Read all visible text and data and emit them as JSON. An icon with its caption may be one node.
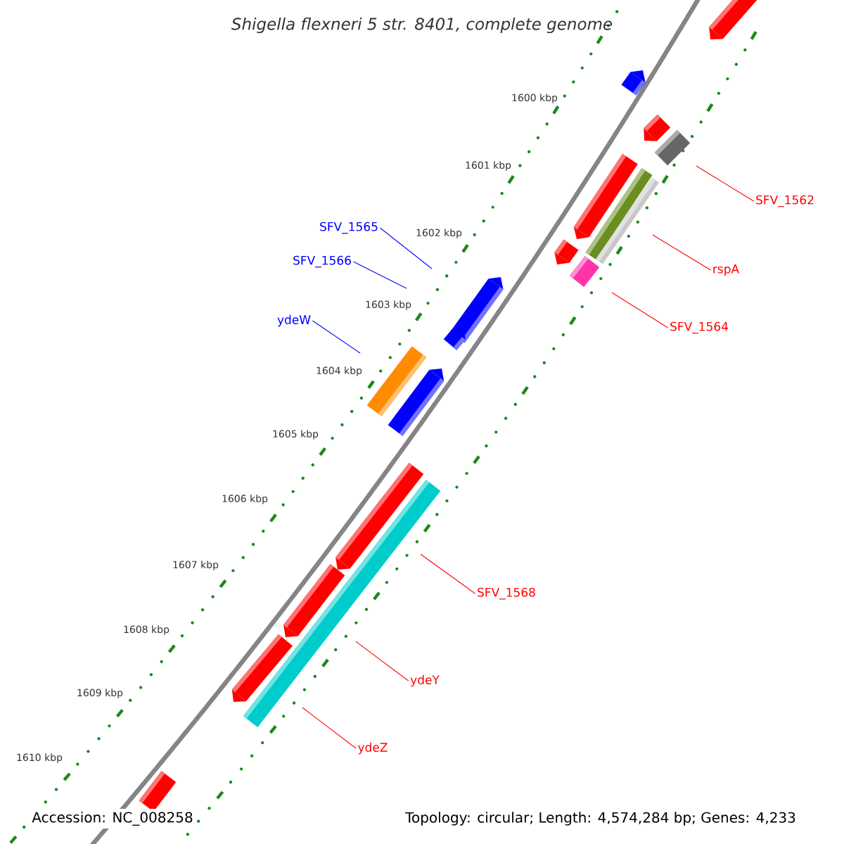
{
  "diagram": {
    "title": "Shigella flexneri 5 str. 8401, complete genome",
    "nodes": [
      {
        "text": [
          "SFV_1562"
        ]
      },
      {
        "text": [
          "rspA"
        ]
      },
      {
        "text": [
          "SFV_1564"
        ]
      },
      {
        "text": [
          "SFV_1565"
        ]
      },
      {
        "text": [
          "SFV_1566"
        ]
      },
      {
        "text": [
          "ydeW"
        ]
      },
      {
        "text": [
          "SFV_1568"
        ]
      },
      {
        "text": [
          "ydeY"
        ]
      },
      {
        "text": [
          "ydeZ"
        ]
      },
      {
        "text": [],
        "shape": "arrow"
      },
      {
        "text": [],
        "shape": "arrow"
      },
      {
        "text": [],
        "shape": "arrow"
      },
      {
        "text": [],
        "shape": "bar"
      },
      {
        "text": [],
        "shape": "arrow"
      },
      {
        "text": [],
        "shape": "bar"
      },
      {
        "text": [],
        "shape": "bar"
      },
      {
        "text": [],
        "shape": "arrow"
      },
      {
        "text": [],
        "shape": "bar"
      },
      {
        "text": [],
        "shape": "arrow"
      },
      {
        "text": [],
        "shape": "arrow"
      },
      {
        "text": [],
        "shape": "bar"
      },
      {
        "text": [],
        "shape": "arrow"
      },
      {
        "text": [],
        "shape": "arrow"
      },
      {
        "text": [],
        "shape": "arrow"
      },
      {
        "text": [],
        "shape": "arrow"
      },
      {
        "text": [],
        "shape": "bar"
      },
      {
        "text": [],
        "shape": "bar"
      }
    ],
    "edges": [
      {
        "from": 0,
        "to": null,
        "arrow": "none"
      },
      {
        "from": 1,
        "to": null,
        "arrow": "none"
      },
      {
        "from": 2,
        "to": null,
        "arrow": "none"
      },
      {
        "from": 3,
        "to": null,
        "arrow": "none",
        "color": "#0000ff"
      },
      {
        "from": 4,
        "to": null,
        "arrow": "none",
        "color": "#0000ff"
      },
      {
        "from": 5,
        "to": null,
        "arrow": "none",
        "color": "#0000ff"
      },
      {
        "from": 6,
        "to": null,
        "arrow": "none"
      },
      {
        "from": 7,
        "to": null,
        "arrow": "none"
      },
      {
        "from": 8,
        "to": null,
        "arrow": "none"
      }
    ],
    "labels": [
      "1600 kbp",
      "1601 kbp",
      "1602 kbp",
      "1603 kbp",
      "1604 kbp",
      "1605 kbp",
      "1606 kbp",
      "1607 kbp",
      "1608 kbp",
      "1609 kbp",
      "1610 kbp",
      "Accession: NC_008258",
      "Topology: circular; Length: 4,574,284 bp; Genes: 4,233"
    ]
  }
}
